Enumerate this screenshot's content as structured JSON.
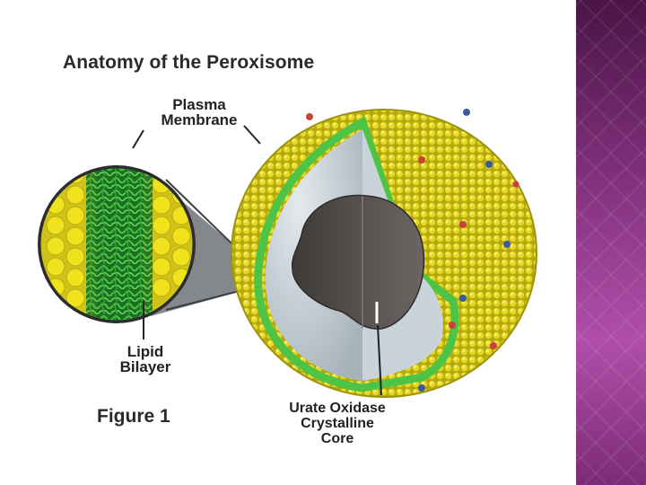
{
  "title": "Anatomy of the Peroxisome",
  "labels": {
    "plasma_membrane": "Plasma\nMembrane",
    "lipid_bilayer": "Lipid\nBilayer",
    "urate_oxidase_core": "Urate Oxidase\nCrystalline\nCore"
  },
  "caption": "Figure 1",
  "colors": {
    "side_panel": "#8b3a86",
    "lipid_heads": "#e5d21d",
    "bilayer_tails": "#35b235",
    "matrix": "#b9c4cc",
    "core": "#4c4846"
  }
}
